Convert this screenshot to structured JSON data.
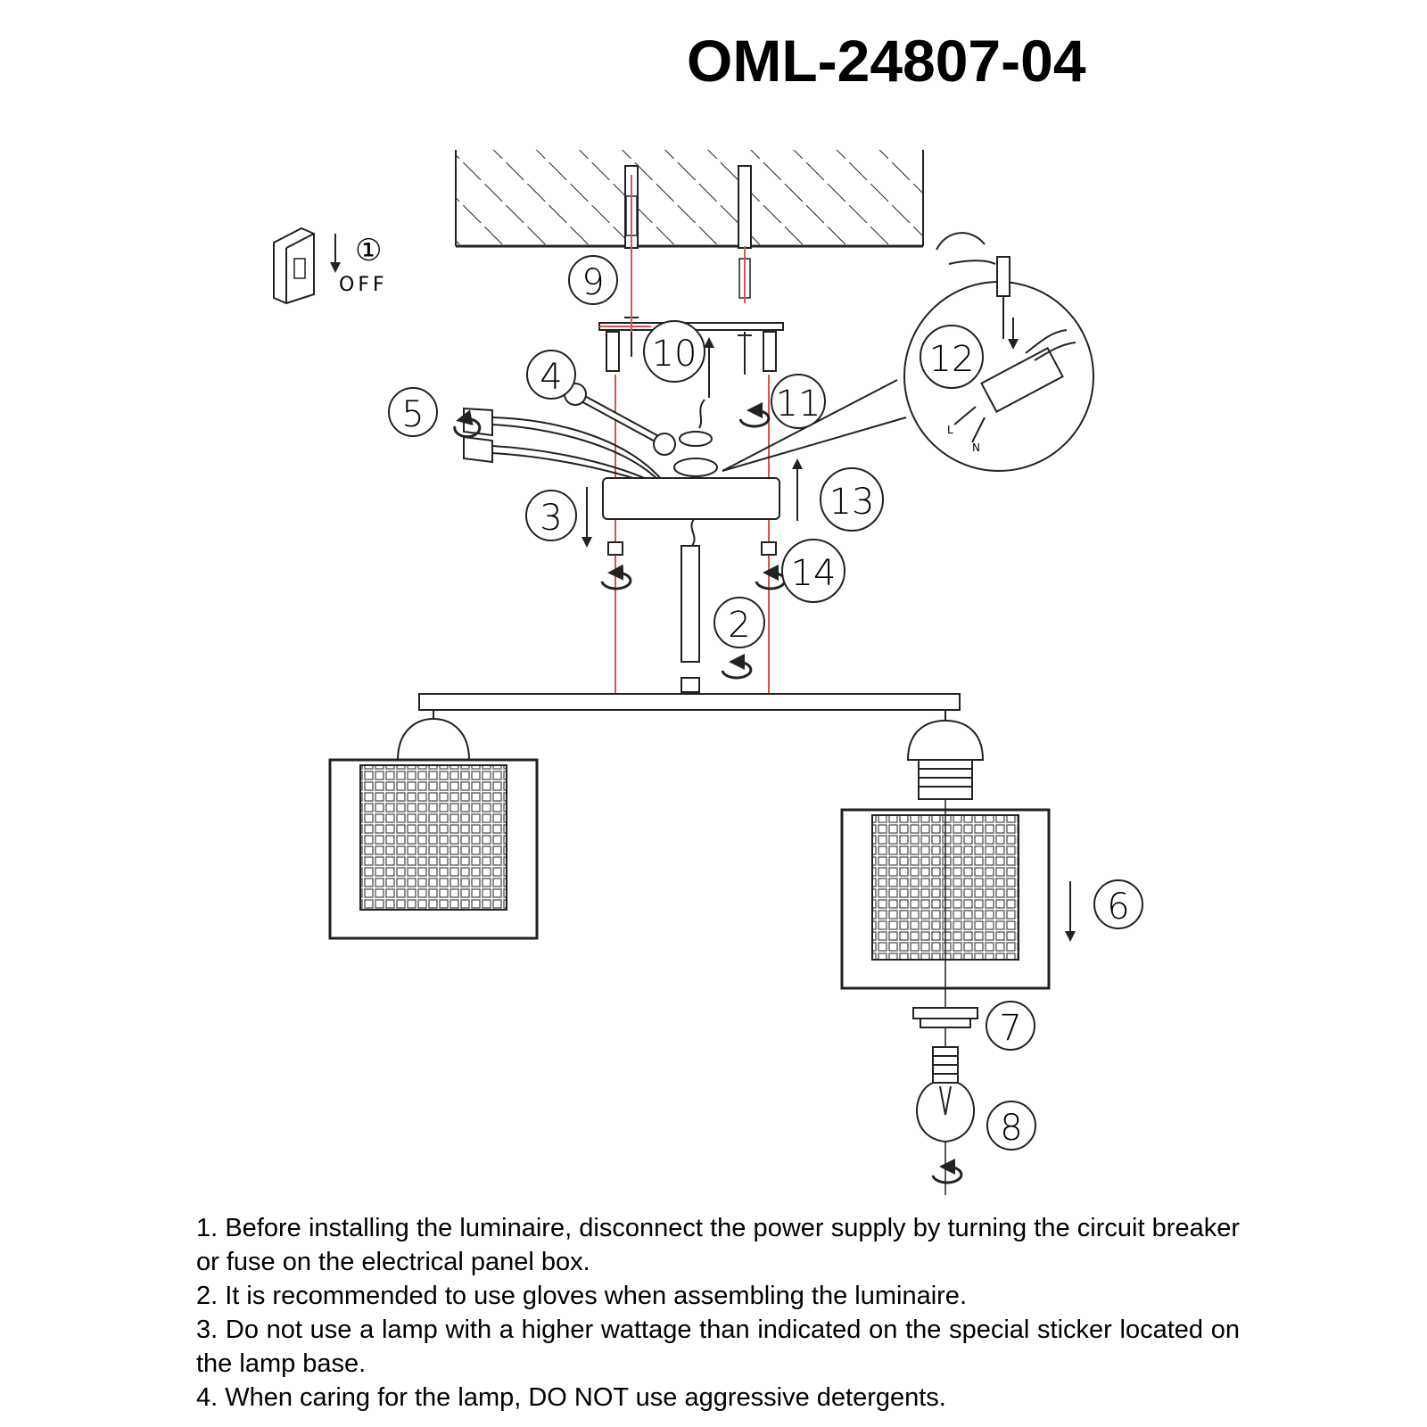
{
  "title": "OML-24807-04",
  "switch": {
    "step": "①",
    "state": "OFF"
  },
  "steps": [
    "2",
    "3",
    "4",
    "5",
    "6",
    "7",
    "8",
    "9",
    "10",
    "11",
    "12",
    "13",
    "14"
  ],
  "wiring": {
    "live": "L",
    "neutral": "N"
  },
  "notes": [
    "1. Before installing the luminaire, disconnect the power supply by turning the circuit breaker or fuse on the electrical panel box.",
    "2. It is recommended to use gloves when assembling the luminaire.",
    "3. Do not use a lamp with a higher wattage than indicated on the special sticker located on the lamp base.",
    "4. When caring for the lamp, DO NOT use aggressive detergents."
  ],
  "colors": {
    "guide_line": "#d9534f",
    "stroke": "#222222"
  }
}
